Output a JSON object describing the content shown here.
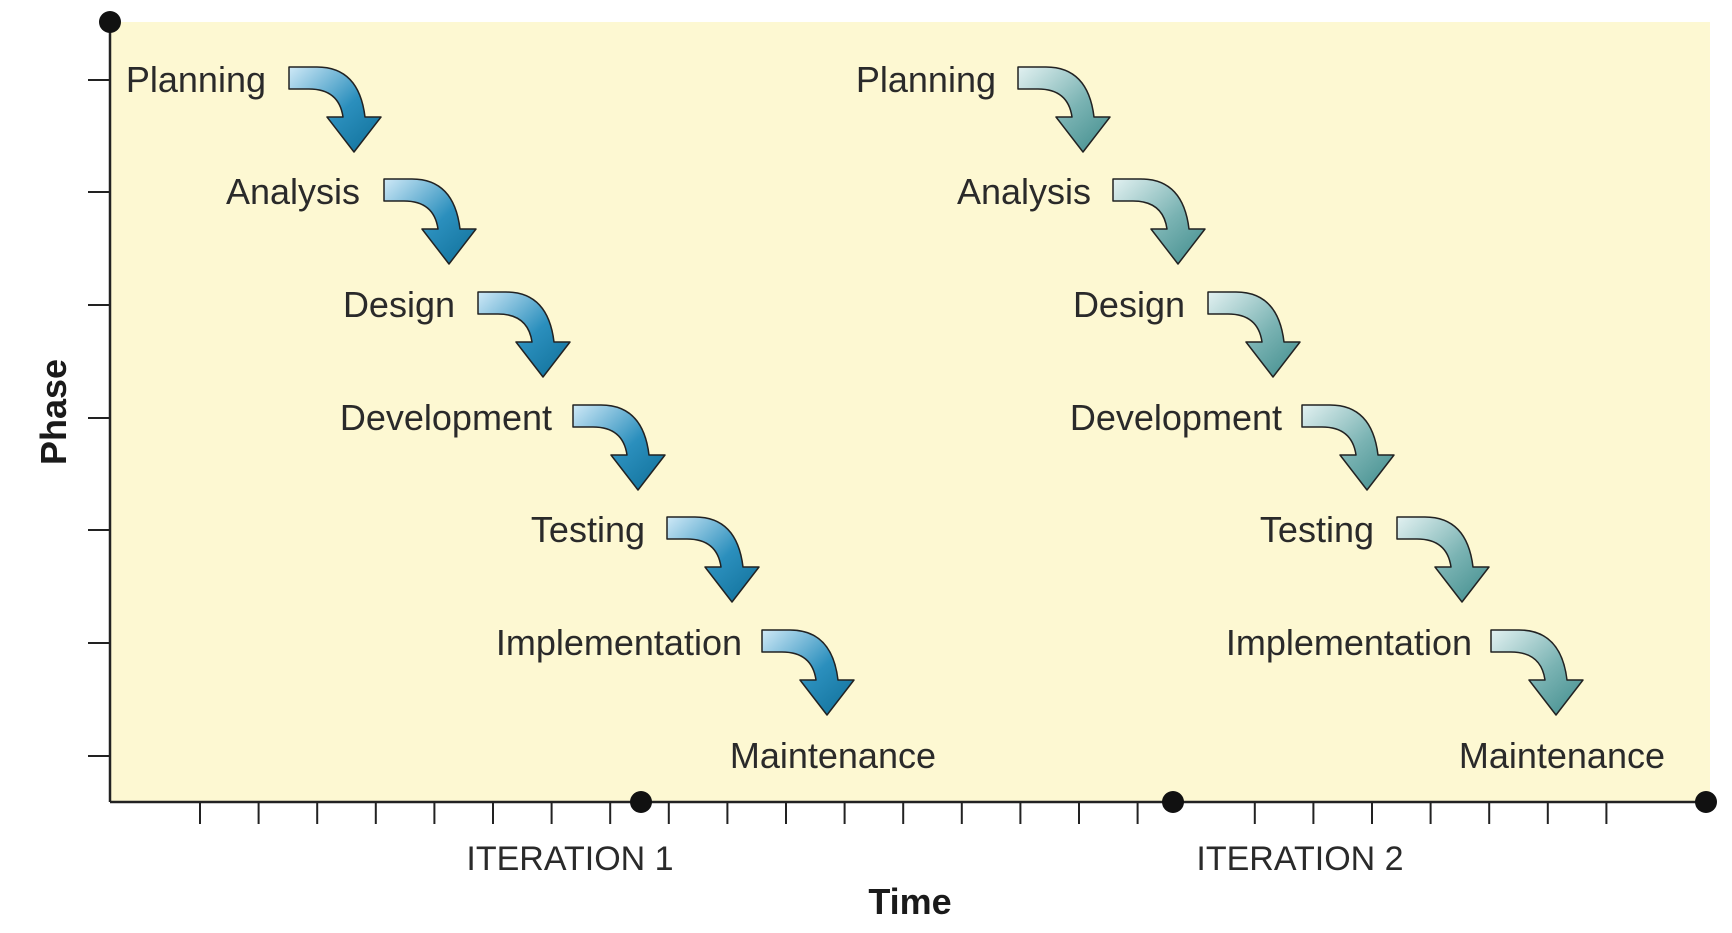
{
  "axes": {
    "y_label": "Phase",
    "x_label": "Time"
  },
  "phases": [
    "Planning",
    "Analysis",
    "Design",
    "Development",
    "Testing",
    "Implementation",
    "Maintenance"
  ],
  "iterations": [
    {
      "label": "ITERATION 1"
    },
    {
      "label": "ITERATION 2"
    }
  ],
  "colors": {
    "background": "#fdf8d2",
    "axis": "#222222",
    "iteration1_arrow_dark": "#0f6f98",
    "iteration1_arrow_light": "#cfe9f7",
    "iteration2_arrow_dark": "#3f8c8c",
    "iteration2_arrow_light": "#e2f1f1"
  }
}
